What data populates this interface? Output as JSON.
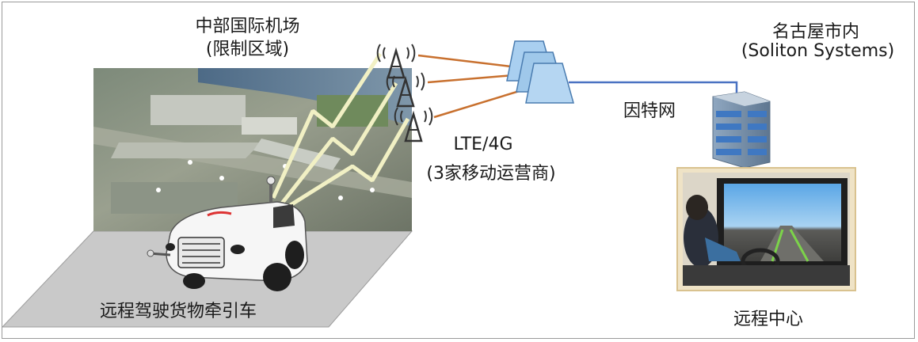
{
  "airport": {
    "name": "中部国际机场",
    "zone": "(限制区域)"
  },
  "network": {
    "type": "LTE/4G",
    "carriers": "(3家移动运营商)"
  },
  "internet": {
    "label": "因特网"
  },
  "city": {
    "name": "名古屋市内",
    "company": "(Soliton Systems)"
  },
  "vehicle": {
    "label": "远程驾驶货物牵引车"
  },
  "center": {
    "label": "远程中心"
  },
  "colors": {
    "radio_link": "#c8702e",
    "internet_link": "#4a72c2",
    "signal_bolt": "#f1f0c4",
    "router": "#9fc8ea"
  }
}
